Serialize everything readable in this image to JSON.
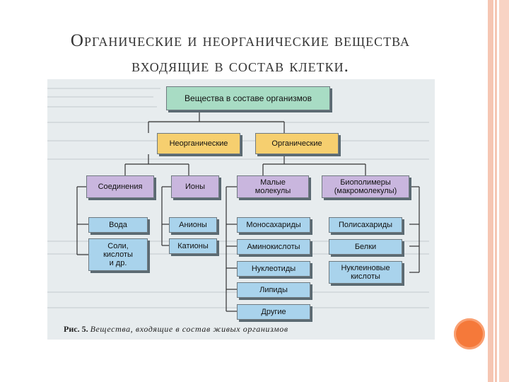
{
  "slide": {
    "title_line1": "Органические и неорганические вещества",
    "title_line2": "входящие в состав клетки."
  },
  "diagram": {
    "root": "Вещества в составе организмов",
    "inorganic": "Неорганические",
    "organic": "Органические",
    "compounds": "Соединения",
    "ions": "Ионы",
    "small_molecules_1": "Малые",
    "small_molecules_2": "молекулы",
    "biopolymers_1": "Биополимеры",
    "biopolymers_2": "(макромолекулы)",
    "water": "Вода",
    "salts_1": "Соли,",
    "salts_2": "кислоты",
    "salts_3": "и др.",
    "anions": "Анионы",
    "cations": "Катионы",
    "monosaccharides": "Моносахариды",
    "amino_acids": "Аминокислоты",
    "nucleotides": "Нуклеотиды",
    "lipids": "Липиды",
    "others": "Другие",
    "polysaccharides": "Полисахариды",
    "proteins": "Белки",
    "nucleic_1": "Нуклеиновые",
    "nucleic_2": "кислоты"
  },
  "caption": {
    "label": "Рис. 5.",
    "text": "Вещества, входящие в состав живых организмов"
  },
  "colors": {
    "root": "#a8dcc4",
    "category": "#f6cf6f",
    "middle": "#c9b6de",
    "leaf": "#a9d3ec",
    "accent_circle": "#f5793a"
  }
}
